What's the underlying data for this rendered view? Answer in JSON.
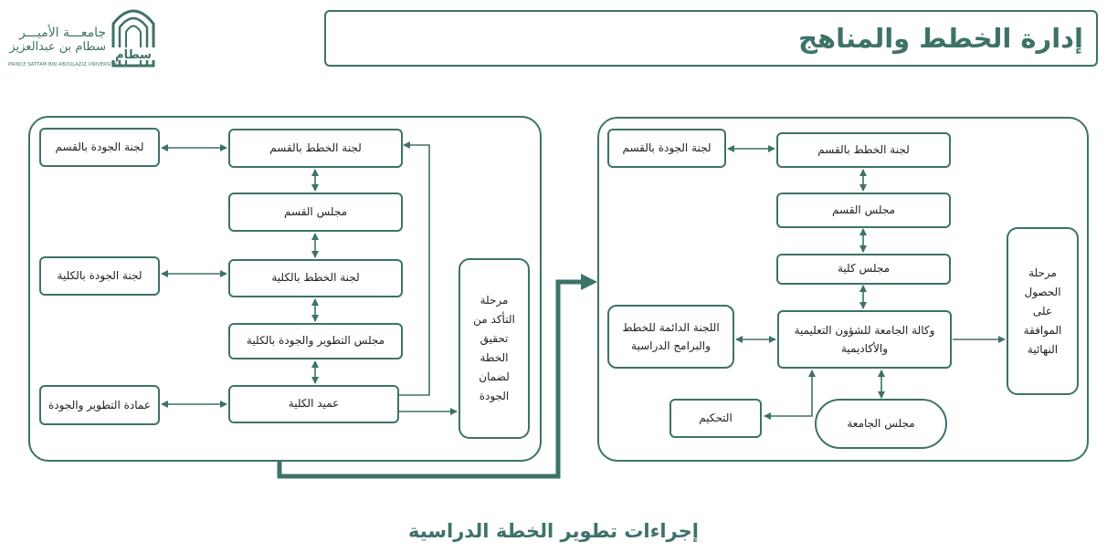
{
  "header": {
    "title": "إدارة الخطط والمناهج",
    "logo": {
      "ar_line1": "جامعـــة الأميـــر",
      "ar_line2": "سطام بن عبدالعزيز",
      "en_line": "PRINCE SATTAM BIN ABDULAZIZ UNIVERSITY",
      "wordmark": "سطام"
    }
  },
  "left_panel": {
    "nodes": {
      "plans_dept": "لجنة الخطط بالقسم",
      "dept_council": "مجلس القسم",
      "plans_college": "لجنة الخطط بالكلية",
      "dev_quality_council": "مجلس التطوير والجودة بالكلية",
      "dean": "عميد الكلية",
      "quality_dept": "لجنة الجودة بالقسم",
      "quality_college": "لجنة الجودة بالكلية",
      "dev_quality_deanship": "عمادة التطوير والجودة",
      "stage_verify": "مرحلة التأكد من تحقيق الخطة لضمان الجودة"
    }
  },
  "right_panel": {
    "nodes": {
      "plans_dept": "لجنة الخطط بالقسم",
      "dept_council": "مجلس القسم",
      "college_council": "مجلس كلية",
      "vice_rectorate": "وكالة الجامعة للشؤون التعليمية والأكاديمية",
      "quality_dept": "لجنة الجودة بالقسم",
      "standing_committee": "اللجنة الدائمة للخطط والبرامج الدراسية",
      "arbitration": "التحكيم",
      "university_council": "مجلس الجامعة",
      "stage_approval": "مرحلة الحصول على الموافقة النهائية"
    }
  },
  "footer": {
    "caption": "إجراءات تطوير الخطة الدراسية"
  },
  "colors": {
    "accent": "#3d7268",
    "text": "#222222"
  }
}
